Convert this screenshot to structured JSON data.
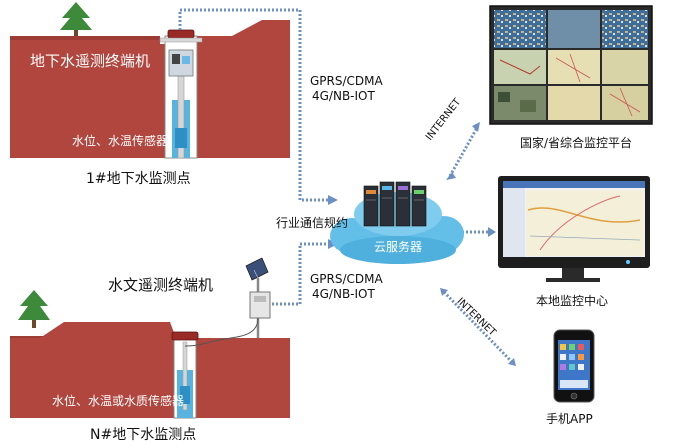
{
  "site1": {
    "terminal_label": "地下水遥测终端机",
    "sensor_label": "水位、水温传感器",
    "caption": "1#地下水监测点"
  },
  "site2": {
    "terminal_label": "水文遥测终端机",
    "sensor_label": "水位、水温或水质传感器",
    "caption": "N#地下水监测点"
  },
  "links": {
    "gprs_top_line1": "GPRS/CDMA",
    "gprs_top_line2": "4G/NB-IOT",
    "gprs_bottom_line1": "GPRS/CDMA",
    "gprs_bottom_line2": "4G/NB-IOT",
    "protocol": "行业通信规约",
    "internet_top": "INTERNET",
    "internet_bottom": "INTERNET"
  },
  "cloud": {
    "label": "云服务器"
  },
  "endpoints": {
    "national_platform": "国家/省综合监控平台",
    "local_center": "本地监控中心",
    "mobile_app": "手机APP"
  },
  "colors": {
    "ground": "#b0463e",
    "ground_dark": "#8e2f29",
    "water": "#57b4e0",
    "dotted_line": "#6c8fc4",
    "cloud": "#63bfe8",
    "tree": "#3d8a3a"
  },
  "icons": [
    "tree-icon",
    "server-rack-icon",
    "cloud-icon",
    "monitor-wall-icon",
    "desktop-monitor-icon",
    "smartphone-icon",
    "solar-panel-icon",
    "well-pipe-icon"
  ]
}
